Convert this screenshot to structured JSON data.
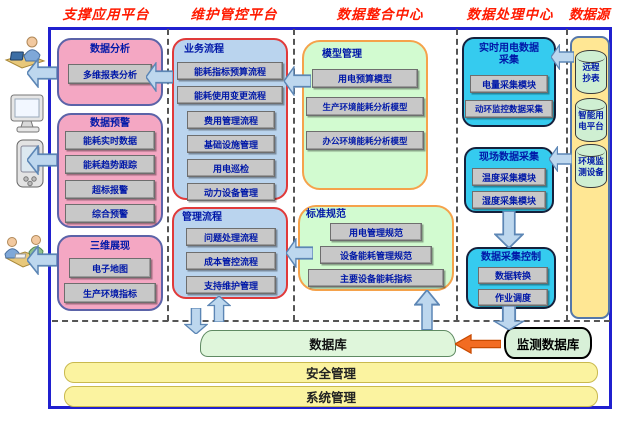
{
  "headers": {
    "support": "支撑应用平台",
    "maintenance": "维护管控平台",
    "integration": "数据整合中心",
    "processing": "数据处理中心",
    "source": "数据源"
  },
  "support_platform": {
    "data_analysis": {
      "title": "数据分析",
      "items": [
        "多维报表分析"
      ]
    },
    "data_warning": {
      "title": "数据预警",
      "items": [
        "能耗实时数据",
        "能耗趋势跟踪",
        "超标报警",
        "综合预警"
      ]
    },
    "three_d_display": {
      "title": "三维展现",
      "items": [
        "电子地图",
        "生产环境指标"
      ]
    }
  },
  "maintenance_platform": {
    "business_process": {
      "title": "业务流程",
      "items": [
        "能耗指标预算流程",
        "能耗使用变更流程",
        "费用管理流程",
        "基础设施管理",
        "用电巡检",
        "动力设备管理"
      ]
    },
    "management_process": {
      "title": "管理流程",
      "items": [
        "问题处理流程",
        "成本管控流程",
        "支持维护管理"
      ]
    }
  },
  "integration_center": {
    "model_management": {
      "title": "模型管理",
      "items": [
        "用电预算模型",
        "生产环境能耗分析模型",
        "办公环境能耗分析模型"
      ]
    },
    "standards": {
      "title": "标准规范",
      "items": [
        "用电管理规范",
        "设备能耗管理规范",
        "主要设备能耗指标"
      ]
    }
  },
  "processing_center": {
    "realtime_power_collection": {
      "title": "实时用电数据\n采集",
      "items": [
        "电量采集模块",
        "动环监控数据采集"
      ]
    },
    "site_collection": {
      "title": "现场数据采集",
      "items": [
        "温度采集模块",
        "湿度采集模块"
      ]
    },
    "collection_control": {
      "title": "数据采集控制",
      "items": [
        "数据转换",
        "作业调度"
      ]
    }
  },
  "data_source": {
    "cylinders": [
      "远程\n抄表",
      "智能用\n电平台",
      "环境监\n测设备"
    ]
  },
  "bottom": {
    "database": "数据库",
    "monitor_database": "监测数据库",
    "security": "安全管理",
    "system": "系统管理"
  },
  "colors": {
    "header_text": "#FF1A00",
    "outer_border": "#2020CF",
    "support_box": "#F4A7C3",
    "maintenance_box": "#BAD4EE",
    "integration_box": "#D2FBD0",
    "processing_box": "#35CBEF",
    "source_panel": "#FFE794",
    "module_button": "#C8C8C8",
    "module_text": "#0018A8",
    "flow_arrow": "#BDD7EE",
    "orange_arrow": "#F26C22",
    "bottom_bar": "#FBF3A0",
    "database_bar": "#DFF6DB"
  }
}
